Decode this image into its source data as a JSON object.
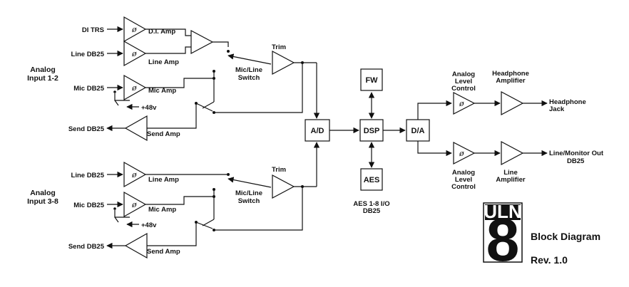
{
  "group1": {
    "title_line1": "Analog",
    "title_line2": "Input 1-2",
    "in_di": "DI TRS",
    "in_line": "Line DB25",
    "in_mic": "Mic DB25",
    "di_amp": "D.I. Amp",
    "line_amp": "Line Amp",
    "mic_amp": "Mic Amp",
    "phantom": "+48v",
    "send_out": "Send DB25",
    "send_amp": "Send Amp",
    "switch_line1": "Mic/Line",
    "switch_line2": "Switch",
    "trim": "Trim"
  },
  "group2": {
    "title_line1": "Analog",
    "title_line2": "Input 3-8",
    "in_line": "Line DB25",
    "in_mic": "Mic DB25",
    "line_amp": "Line Amp",
    "mic_amp": "Mic Amp",
    "phantom": "+48v",
    "send_out": "Send DB25",
    "send_amp": "Send Amp",
    "switch_line1": "Mic/Line",
    "switch_line2": "Switch",
    "trim": "Trim"
  },
  "core": {
    "ad": "A/D",
    "dsp": "DSP",
    "da": "D/A",
    "fw": "FW",
    "aes": "AES",
    "aes_io_line1": "AES 1-8 I/O",
    "aes_io_line2": "DB25"
  },
  "outputs": {
    "alc_top_line1": "Analog",
    "alc_top_line2": "Level",
    "alc_top_line3": "Control",
    "hp_amp_line1": "Headphone",
    "hp_amp_line2": "Amplifier",
    "hp_jack_line1": "Headphone",
    "hp_jack_line2": "Jack",
    "alc_bot_line1": "Analog",
    "alc_bot_line2": "Level",
    "alc_bot_line3": "Control",
    "line_amp_line1": "Line",
    "line_amp_line2": "Amplifier",
    "line_out_line1": "Line/Monitor Out",
    "line_out_line2": "DB25"
  },
  "branding": {
    "logo_top": "ULN",
    "logo_num": "8",
    "title": "Block Diagram",
    "rev": "Rev. 1.0"
  },
  "icons": {
    "phase": "phase-invert-symbol",
    "amp": "amplifier-triangle"
  }
}
